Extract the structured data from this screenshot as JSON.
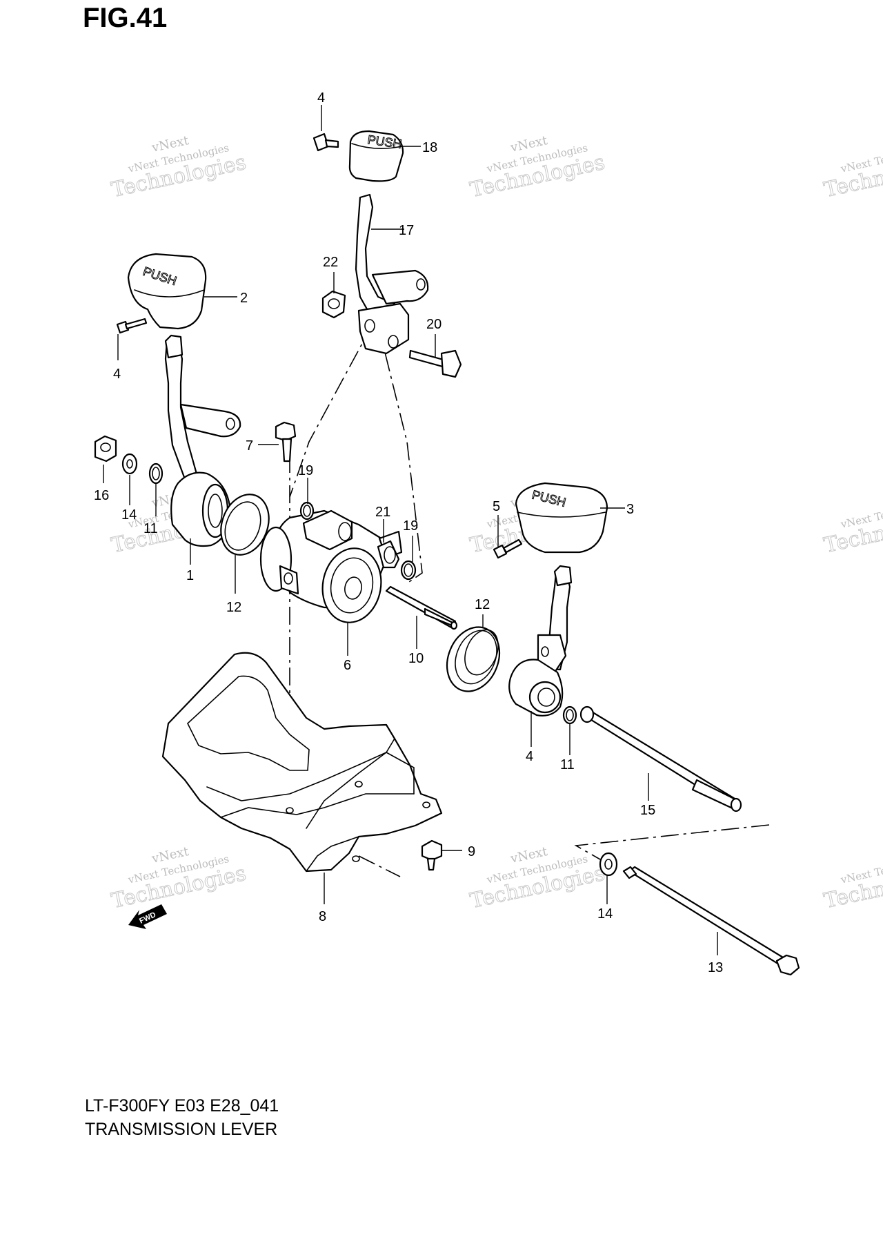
{
  "figure": {
    "title": "FIG.41"
  },
  "caption": {
    "model": "LT-F300FY E03 E28_041",
    "name": "TRANSMISSION LEVER"
  },
  "watermark": {
    "line1": "vNext Technologies",
    "line2": "Technologies",
    "line3": "vNext"
  },
  "direction_badge": "FWD",
  "knob_text": "PUSH",
  "callouts": [
    "1",
    "2",
    "3",
    "4",
    "4",
    "4",
    "5",
    "6",
    "7",
    "8",
    "9",
    "10",
    "11",
    "11",
    "12",
    "12",
    "13",
    "14",
    "14",
    "15",
    "16",
    "17",
    "18",
    "19",
    "19",
    "20",
    "21",
    "22"
  ]
}
